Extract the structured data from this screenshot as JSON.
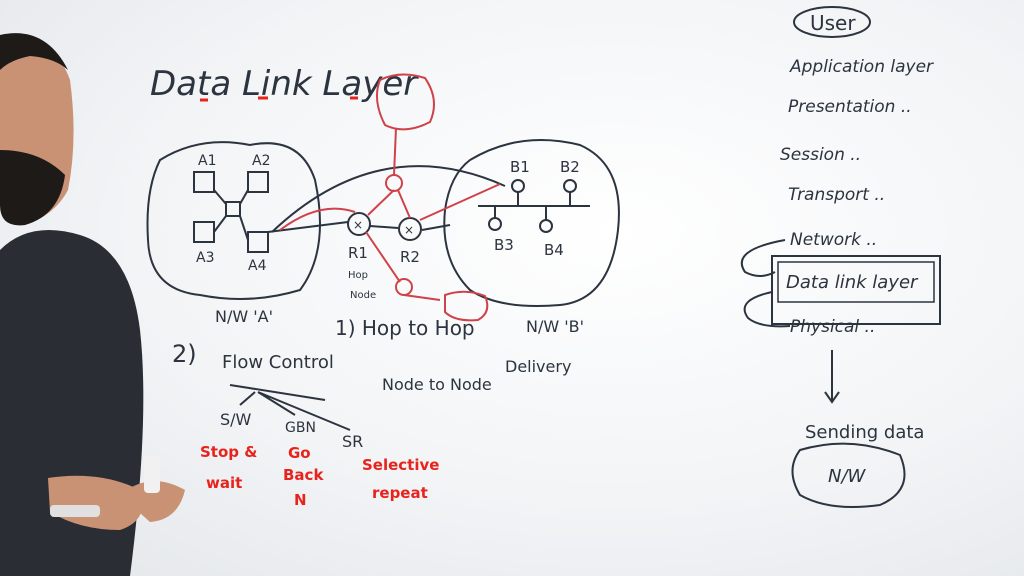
{
  "board": {
    "title": "Data Link Layer",
    "network_a": {
      "nodes": [
        "A1",
        "A2",
        "A3",
        "A4"
      ],
      "label": "N/W 'A'"
    },
    "network_b": {
      "nodes": [
        "B1",
        "B2",
        "B3",
        "B4"
      ],
      "label": "N/W 'B'"
    },
    "routers": {
      "r1": "R1",
      "r2": "R2",
      "r1_note": "Hop",
      "r1_note2": "Node"
    },
    "point1": "1) Hop to Hop",
    "point1_sub": "Node to Node",
    "delivery": "Delivery",
    "point2_num": "2)",
    "point2": "Flow Control",
    "flow_types": [
      "S/W",
      "GBN",
      "SR"
    ],
    "flow_types_expanded": [
      {
        "line1": "Stop &",
        "line2": "wait"
      },
      {
        "line1": "Go",
        "line2": "Back",
        "line3": "N"
      },
      {
        "line1": "Selective",
        "line2": "repeat"
      }
    ],
    "osi_layers": {
      "user": "User",
      "application": "Application layer",
      "presentation": "Presentation ..",
      "session": "Session ..",
      "transport": "Transport ..",
      "network": "Network ..",
      "datalink": "Data link layer",
      "physical": "Physical ..",
      "sending": "Sending data",
      "nw": "N/W"
    }
  }
}
